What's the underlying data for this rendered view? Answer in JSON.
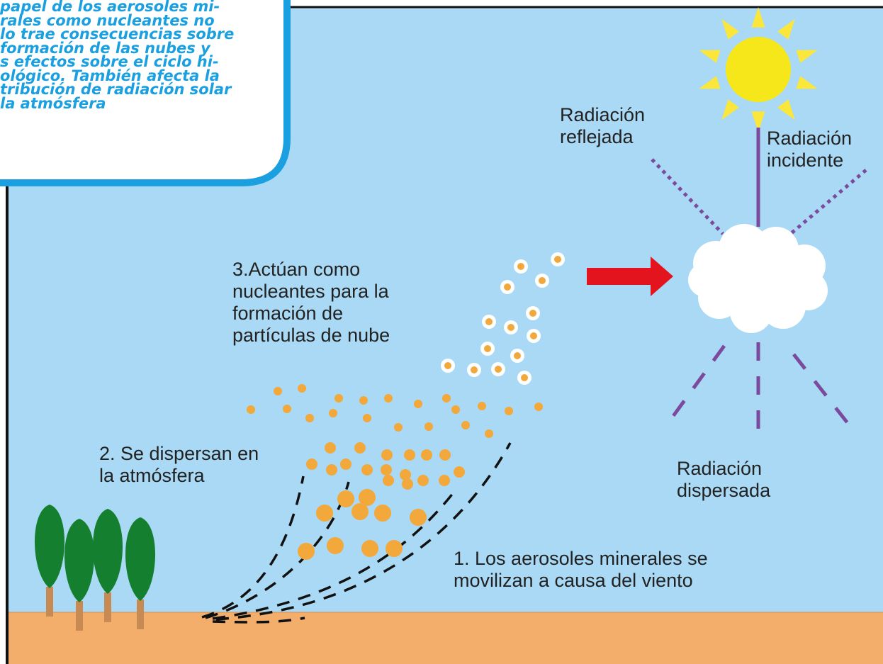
{
  "callout": {
    "text": "papel de los aerosoles mi-\nrales como nucleantes no\nlo trae consecuencias sobre\nformación de las nubes y\ns efectos sobre el ciclo hi-\nológico. También afecta la\ntribución de radiación solar\nla atmósfera"
  },
  "labels": {
    "reflected": "Radiación\nreflejada",
    "incident": "Radiación\nincidente",
    "scattered": "Radiación\ndispersada",
    "step3": "3.Actúan como\nnucleantes para la\nformación de\npartículas de nube",
    "step2": "2. Se dispersan en\nla atmósfera",
    "step1": "1. Los aerosoles minerales se\nmovilizan a causa del viento"
  },
  "colors": {
    "sky": "#a9d9f4",
    "ground": "#f3ae6c",
    "particle": "#f2a83a",
    "sun": "#f6e71a",
    "sun_rays": "#fbe63c",
    "radiation": "#7b4a9c",
    "arrow": "#e3141d",
    "callout_border": "#1a9fe0",
    "tree_foliage": "#14802f",
    "tree_trunk": "#c68a52"
  }
}
